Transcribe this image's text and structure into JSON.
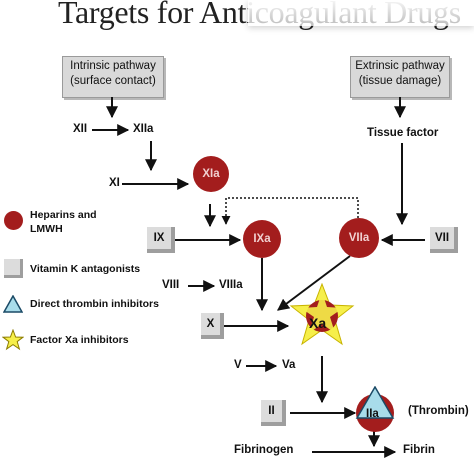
{
  "title": "Targets for Anticoagulant Drugs",
  "intrinsic": {
    "line1": "Intrinsic pathway",
    "line2": "(surface contact)"
  },
  "extrinsic": {
    "line1": "Extrinsic pathway",
    "line2": "(tissue damage)"
  },
  "factors": {
    "xii": "XII",
    "xiia": "XIIa",
    "xi": "XI",
    "xia": "XIa",
    "ix": "IX",
    "ixa": "IXa",
    "viia": "VIIa",
    "vii": "VII",
    "tissue_factor": "Tissue factor",
    "viii": "VIII",
    "viiia": "VIIIa",
    "x": "X",
    "xa": "Xa",
    "v": "V",
    "va": "Va",
    "ii": "II",
    "iia": "IIa",
    "thrombin": "(Thrombin)",
    "fibrinogen": "Fibrinogen",
    "fibrin": "Fibrin"
  },
  "legend": {
    "heparins": "Heparins and LMWH",
    "vitk": "Vitamin K antagonists",
    "thrombin_inhib": "Direct thrombin inhibitors",
    "xa_inhib": "Factor Xa inhibitors"
  },
  "colors": {
    "heparin_circle": "#a31d1d",
    "vitk_square": "#dcdcdc",
    "thrombin_triangle": "#a8dcea",
    "xa_star": "#f6ef4a"
  }
}
